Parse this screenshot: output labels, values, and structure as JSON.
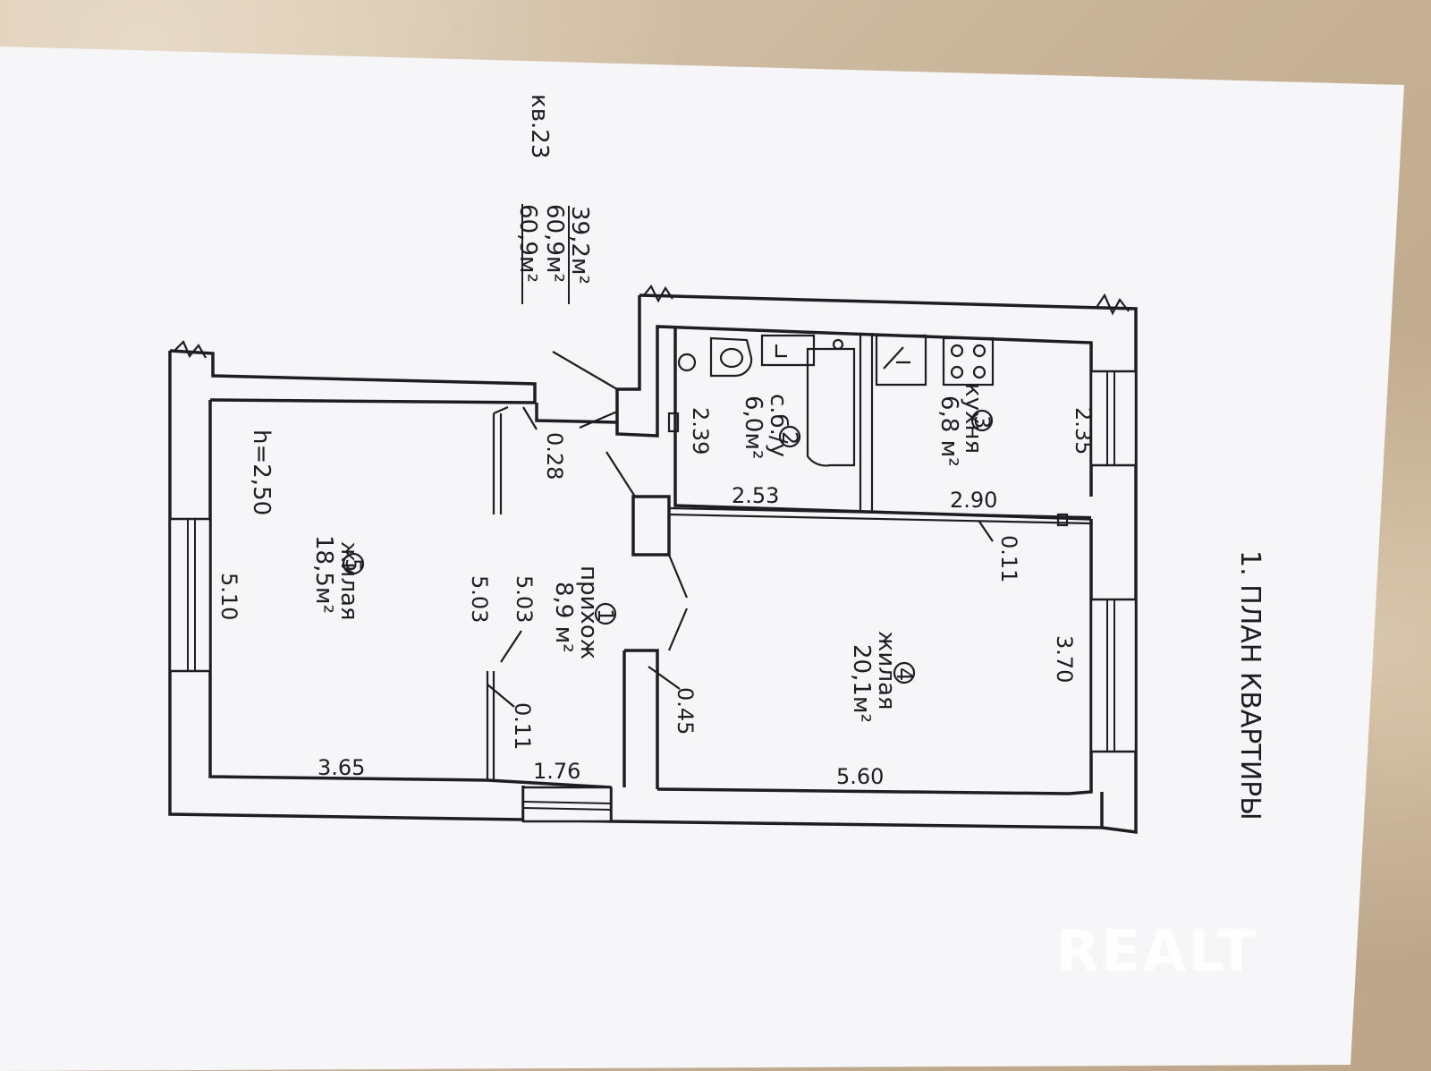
{
  "plan": {
    "title": "1. ПЛАН КВАРТИРЫ",
    "apartment": "кв.23",
    "area_living": "39,2м²",
    "area_total": "60,9м²",
    "area_total2": "60,9м²",
    "ceiling_height": "h=2,50"
  },
  "rooms": [
    {
      "no": "1",
      "name": "прихож",
      "area": "8,9 м²"
    },
    {
      "no": "2",
      "name": "с.б./у",
      "area": "6,0м²"
    },
    {
      "no": "3",
      "name": "кухня",
      "area": "6,8 м²"
    },
    {
      "no": "4",
      "name": "жилая",
      "area": "20,1м²"
    },
    {
      "no": "5",
      "name": "жилая",
      "area": "18,5м²"
    }
  ],
  "dimensions": {
    "d_0_28": "0.28",
    "d_2_39": "2.39",
    "d_2_53": "2.53",
    "d_2_90": "2.90",
    "d_2_35": "2.35",
    "d_0_11_top": "0.11",
    "d_5_10": "5.10",
    "d_5_03_a": "5.03",
    "d_5_03_b": "5.03",
    "d_0_11_mid": "0.11",
    "d_0_45": "0.45",
    "d_3_70": "3.70",
    "d_3_65": "3.65",
    "d_1_76": "1.76",
    "d_5_60": "5.60"
  },
  "watermark": "REALT"
}
